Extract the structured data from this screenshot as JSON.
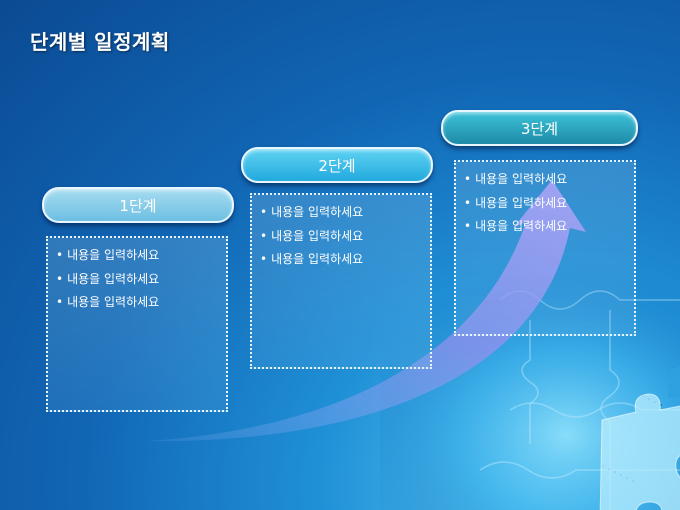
{
  "slide": {
    "title": "단계별 일정계획"
  },
  "steps": [
    {
      "label": "1단계",
      "items": [
        "내용을 입력하세요",
        "내용을 입력하세요",
        "내용을 입력하세요"
      ]
    },
    {
      "label": "2단계",
      "items": [
        "내용을 입력하세요",
        "내용을 입력하세요",
        "내용을 입력하세요"
      ]
    },
    {
      "label": "3단계",
      "items": [
        "내용을 입력하세요",
        "내용을 입력하세요",
        "내용을 입력하세요"
      ]
    }
  ],
  "bullet_glyph": "•",
  "colors": {
    "background": "#1166b4",
    "pill_step1": "#8ccfe9",
    "pill_step2": "#3cc0ea",
    "pill_step3": "#2aa1bd",
    "arrow": "#9d8ff0",
    "text": "#ffffff"
  },
  "decorations": [
    "puzzle-background",
    "growth-arrow"
  ]
}
